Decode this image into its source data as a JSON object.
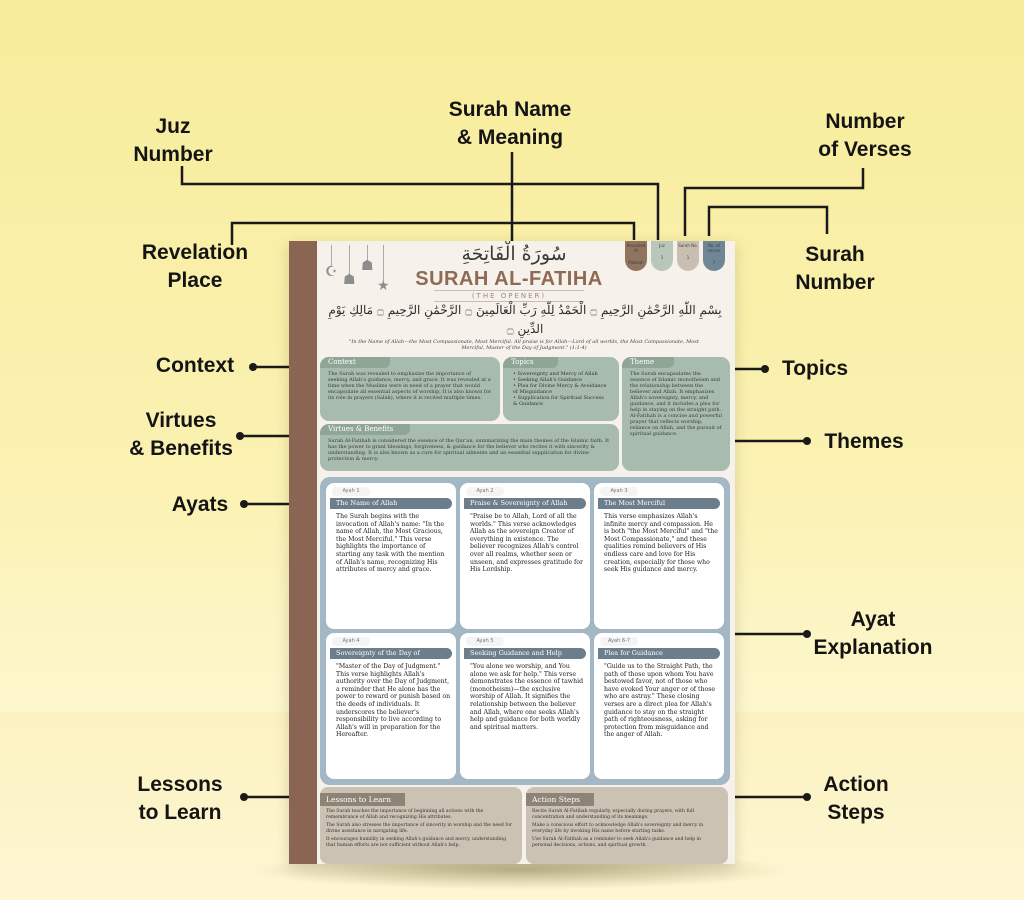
{
  "callouts": {
    "juz": [
      "Juz",
      "Number"
    ],
    "surah_name": [
      "Surah Name",
      "& Meaning"
    ],
    "verses": [
      "Number",
      "of Verses"
    ],
    "revelation": [
      "Revelation",
      "Place"
    ],
    "surah_number": [
      "Surah",
      "Number"
    ],
    "context": "Context",
    "topics": "Topics",
    "virtues": [
      "Virtues",
      "& Benefits"
    ],
    "themes": "Themes",
    "ayats": "Ayats",
    "ayat_explanation": [
      "Ayat",
      "Explanation"
    ],
    "lessons": [
      "Lessons",
      "to Learn"
    ],
    "action": [
      "Action",
      "Steps"
    ]
  },
  "poster": {
    "arabic_name": "سُورَةُ الْفَاتِحَةِ",
    "title": "SURAH AL-FATIHA",
    "subtitle": "(THE OPENER)",
    "tabs": [
      {
        "label": "Revealed At",
        "value": "Makkah",
        "color": "#8f7460"
      },
      {
        "label": "Juz",
        "value": "1",
        "color": "#b8c7b9"
      },
      {
        "label": "Surah No.",
        "value": "1",
        "color": "#c8bfb2"
      },
      {
        "label": "No. of verses",
        "value": "7",
        "color": "#6f8696"
      }
    ],
    "bismillah": "بِسْمِ اللَّهِ الرَّحْمَٰنِ الرَّحِيمِ ۝ الْحَمْدُ لِلَّهِ رَبِّ الْعَالَمِينَ ۝ الرَّحْمَٰنِ الرَّحِيمِ ۝ مَالِكِ يَوْمِ الدِّينِ ۝",
    "translation": "\"In the Name of Allah—the Most Compassionate, Most Merciful. All praise is for Allah—Lord of all worlds, the Most Compassionate, Most Merciful, Master of the Day of Judgment.\" (1:1-4)",
    "context": {
      "heading": "Context",
      "text": "The Surah was revealed to emphasize the importance of seeking Allah's guidance, mercy, and grace. It was revealed at a time when the Muslims were in need of a prayer that would encapsulate all essential aspects of worship. It is also known for its role in prayers (Salah), where it is recited multiple times."
    },
    "topics": {
      "heading": "Topics",
      "items": [
        "Sovereignty and Mercy of Allah",
        "Seeking Allah's Guidance",
        "Plea for Divine Mercy & Avoidance of Misguidance",
        "Supplication for Spiritual Success & Guidance"
      ]
    },
    "theme": {
      "heading": "Theme",
      "text": "The Surah encapsulates the essence of Islamic monotheism and the relationship between the believer and Allah. It emphasizes Allah's sovereignty, mercy, and guidance, and it includes a plea for help in staying on the straight path. Al-Fatihah is a concise and powerful prayer that reflects worship, reliance on Allah, and the pursuit of spiritual guidance."
    },
    "virtues": {
      "heading": "Virtues & Benefits",
      "text": "Surah Al-Fatihah is considered the essence of the Qur'an, summarizing the main themes of the Islamic faith. It has the power to grant blessings, forgiveness, & guidance for the believer who recites it with sincerity & understanding. It is also known as a cure for spiritual ailments and an essential supplication for divine protection & mercy."
    },
    "ayats": [
      {
        "label": "Ayah 1",
        "title": "The Name of Allah",
        "text": "The Surah begins with the invocation of Allah's name: \"In the name of Allah, the Most Gracious, the Most Merciful.\" This verse highlights the importance of starting any task with the mention of Allah's name, recognizing His attributes of mercy and grace."
      },
      {
        "label": "Ayah 2",
        "title": "Praise & Sovereignty of Allah",
        "text": "\"Praise be to Allah, Lord of all the worlds.\" This verse acknowledges Allah as the sovereign Creator of everything in existence. The believer recognizes Allah's control over all realms, whether seen or unseen, and expresses gratitude for His Lordship."
      },
      {
        "label": "Ayah 3",
        "title": "The Most Merciful",
        "text": "This verse emphasizes Allah's infinite mercy and compassion. He is both \"the Most Merciful\" and \"the Most Compassionate,\" and these qualities remind believers of His endless care and love for His creation, especially for those who seek His guidance and mercy."
      },
      {
        "label": "Ayah 4",
        "title": "Sovereignty of the Day of Judgment",
        "text": "\"Master of the Day of Judgment.\" This verse highlights Allah's authority over the Day of Judgment, a reminder that He alone has the power to reward or punish based on the deeds of individuals. It underscores the believer's responsibility to live according to Allah's will in preparation for the Hereafter."
      },
      {
        "label": "Ayah 5",
        "title": "Seeking Guidance and Help",
        "text": "\"You alone we worship, and You alone we ask for help.\" This verse demonstrates the essence of tawhid (monotheism)—the exclusive worship of Allah. It signifies the relationship between the believer and Allah, where one seeks Allah's help and guidance for both worldly and spiritual matters."
      },
      {
        "label": "Ayah 6-7",
        "title": "Plea for Guidance",
        "text": "\"Guide us to the Straight Path, the path of those upon whom You have bestowed favor, not of those who have evoked Your anger or of those who are astray.\" These closing verses are a direct plea for Allah's guidance to stay on the straight path of righteousness, asking for protection from misguidance and the anger of Allah."
      }
    ],
    "lessons": {
      "heading": "Lessons to Learn",
      "items": [
        "The Surah teaches the importance of beginning all actions with the remembrance of Allah and recognizing His attributes.",
        "The Surah also stresses the importance of sincerity in worship and the need for divine assistance in navigating life.",
        "It encourages humility in seeking Allah's guidance and mercy, understanding that human efforts are not sufficient without Allah's help."
      ]
    },
    "action": {
      "heading": "Action Steps",
      "items": [
        "Recite Surah Al-Fatihah regularly, especially during prayers, with full concentration and understanding of its meanings.",
        "Make a conscious effort to acknowledge Allah's sovereignty and mercy in everyday life by invoking His name before starting tasks.",
        "Use Surah Al-Fatihah as a reminder to seek Allah's guidance and help in personal decisions, actions, and spiritual growth."
      ]
    }
  }
}
